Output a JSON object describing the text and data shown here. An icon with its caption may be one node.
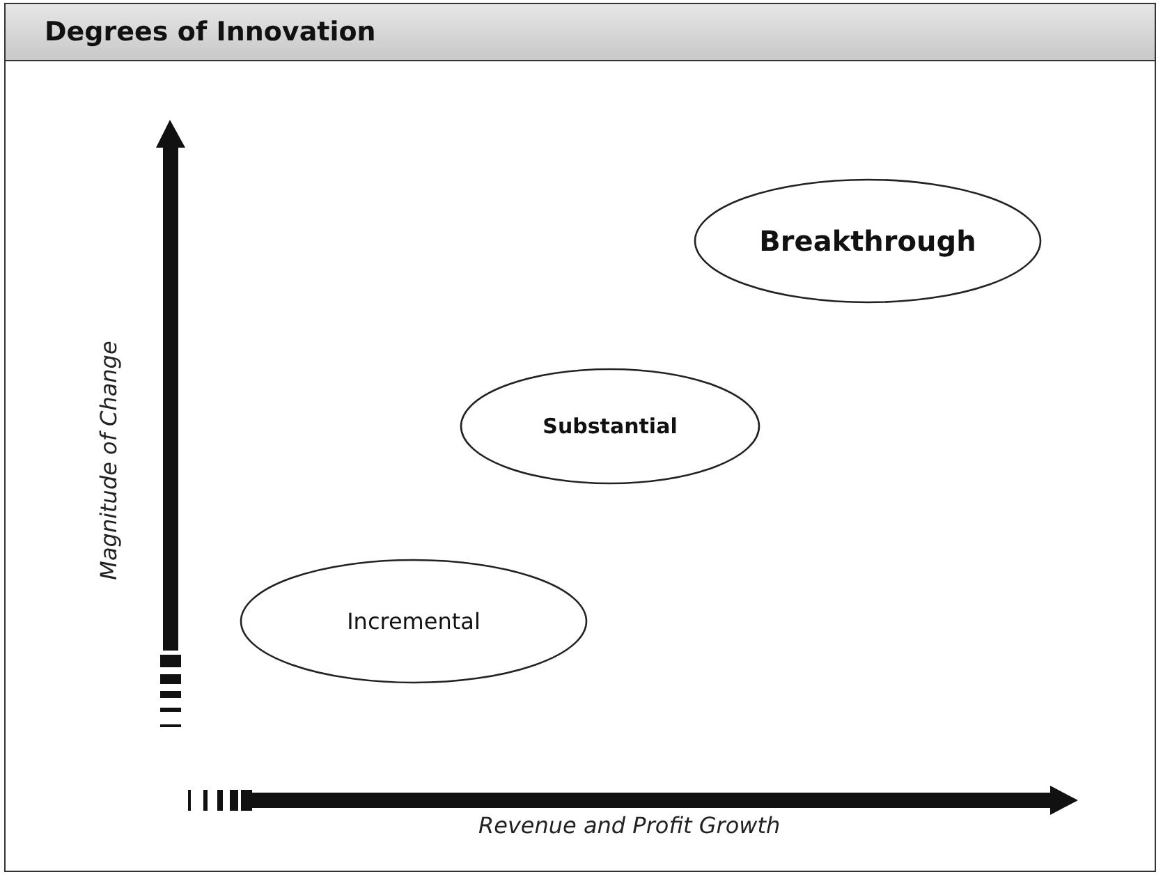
{
  "diagram": {
    "title": "Degrees of Innovation",
    "nodes": [
      {
        "text": [
          "Breakthrough"
        ]
      },
      {
        "text": [
          "Substantial"
        ]
      },
      {
        "text": [
          "Incremental"
        ]
      }
    ],
    "labels": [
      "Magnitude of Change",
      "Revenue and Profit Growth"
    ]
  }
}
